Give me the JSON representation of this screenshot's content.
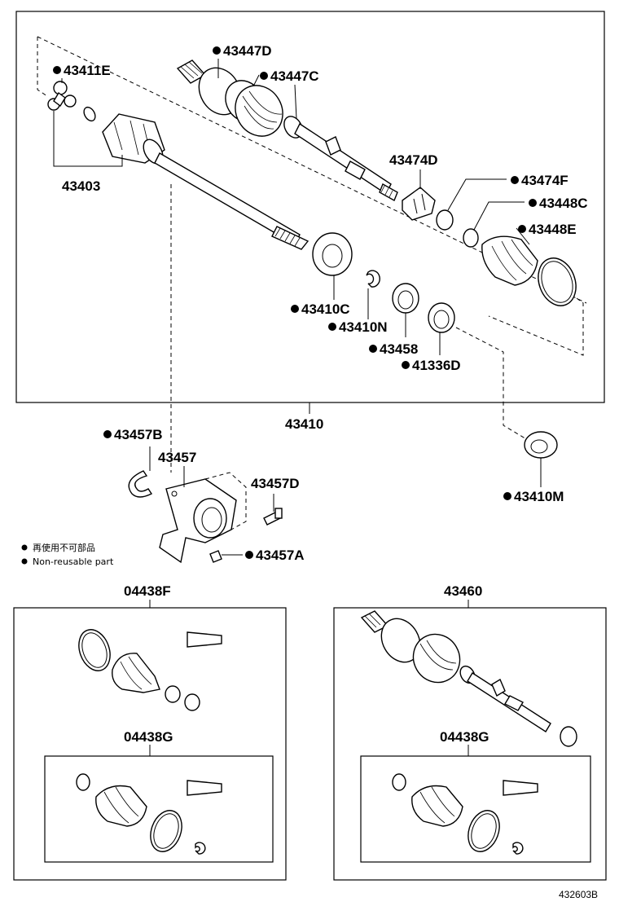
{
  "labels": {
    "p43447D": "43447D",
    "p43447C": "43447C",
    "p43411E": "43411E",
    "p43403": "43403",
    "p43474D": "43474D",
    "p43474F": "43474F",
    "p43448C": "43448C",
    "p43448E": "43448E",
    "p43410C": "43410C",
    "p43410N": "43410N",
    "p43458": "43458",
    "p41336D": "41336D",
    "p43410": "43410",
    "p43457B": "43457B",
    "p43457": "43457",
    "p43457D": "43457D",
    "p43457A": "43457A",
    "p43410M": "43410M",
    "p04438F": "04438F",
    "p04438G_left": "04438G",
    "p43460": "43460",
    "p04438G_right": "04438G"
  },
  "legend": {
    "jp": "再使用不可部品",
    "en": "Non-reusable part"
  },
  "diagram_code": "432603B"
}
